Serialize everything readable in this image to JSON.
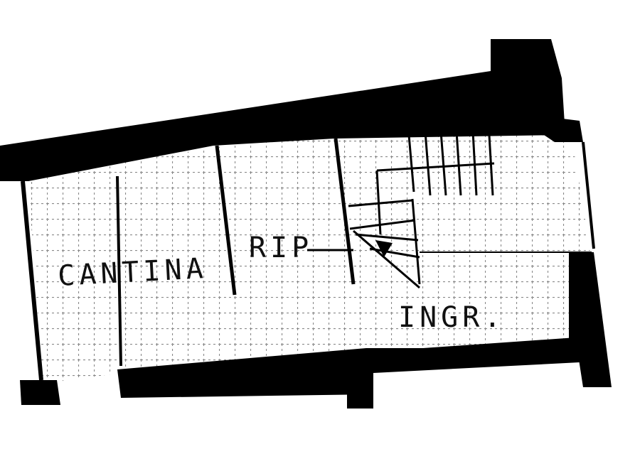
{
  "labels": {
    "cantina": "CANTINA",
    "rip": "RIP",
    "ingr": "INGR."
  },
  "colors": {
    "wall": "#000000",
    "paper": "#ffffff",
    "tile_grid": "#8a8a8a"
  }
}
